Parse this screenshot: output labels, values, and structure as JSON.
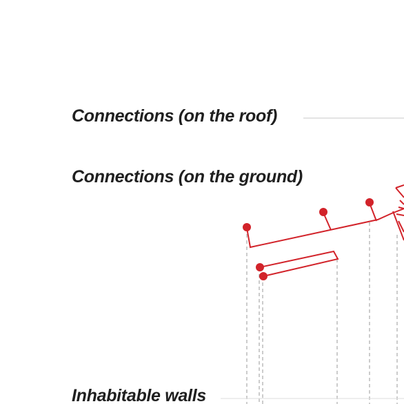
{
  "labels": {
    "roof": "Connections (on the roof)",
    "ground": "Connections (on the ground)",
    "walls": "Inhabitable walls"
  },
  "colors": {
    "network": "#d2232a",
    "guide": "#a8a8a8",
    "text": "#1f1f1f",
    "background": "#ffffff"
  }
}
